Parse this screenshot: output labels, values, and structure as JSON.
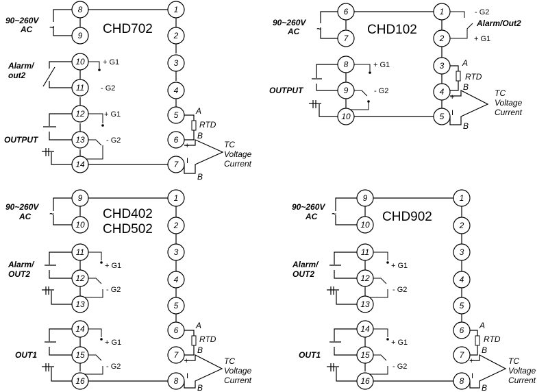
{
  "ac_label": {
    "line1": "90~260V",
    "tilde": "~",
    "line2": "AC"
  },
  "signs": {
    "plus_g1": "+ G1",
    "minus_g2": "- G2",
    "plus": "+",
    "minus": "I"
  },
  "sensor": {
    "a": "A",
    "b": "B",
    "rtd": "RTD",
    "tc": "TC",
    "voltage": "Voltage",
    "current": "Current"
  },
  "panels": {
    "chd702": {
      "model_lines": [
        "CHD702"
      ],
      "left_terms": [
        "8",
        "9",
        "10",
        "11",
        "12",
        "13",
        "14"
      ],
      "right_terms": [
        "1",
        "2",
        "3",
        "4",
        "5",
        "6",
        "7"
      ],
      "alarm_label": [
        "Alarm/",
        "out2"
      ],
      "output_label": "OUTPUT"
    },
    "chd102": {
      "model_lines": [
        "CHD102"
      ],
      "left_terms": [
        "6",
        "7",
        "8",
        "9",
        "10"
      ],
      "right_terms": [
        "1",
        "2",
        "3",
        "4",
        "5"
      ],
      "alarm_label": "Alarm/Out2",
      "output_label": "OUTPUT"
    },
    "chd402": {
      "model_lines": [
        "CHD402",
        "CHD502"
      ],
      "left_terms": [
        "9",
        "10",
        "11",
        "12",
        "13",
        "14",
        "15",
        "16"
      ],
      "right_terms": [
        "1",
        "2",
        "3",
        "4",
        "5",
        "6",
        "7",
        "8"
      ],
      "alarm_label": [
        "Alarm/",
        "OUT2"
      ],
      "output_label": "OUT1"
    },
    "chd902": {
      "model_lines": [
        "CHD902"
      ],
      "left_terms": [
        "9",
        "10",
        "11",
        "12",
        "13",
        "14",
        "15",
        "16"
      ],
      "right_terms": [
        "1",
        "2",
        "3",
        "4",
        "5",
        "6",
        "7",
        "8"
      ],
      "alarm_label": [
        "Alarm/",
        "OUT2"
      ],
      "output_label": "OUT1"
    }
  }
}
